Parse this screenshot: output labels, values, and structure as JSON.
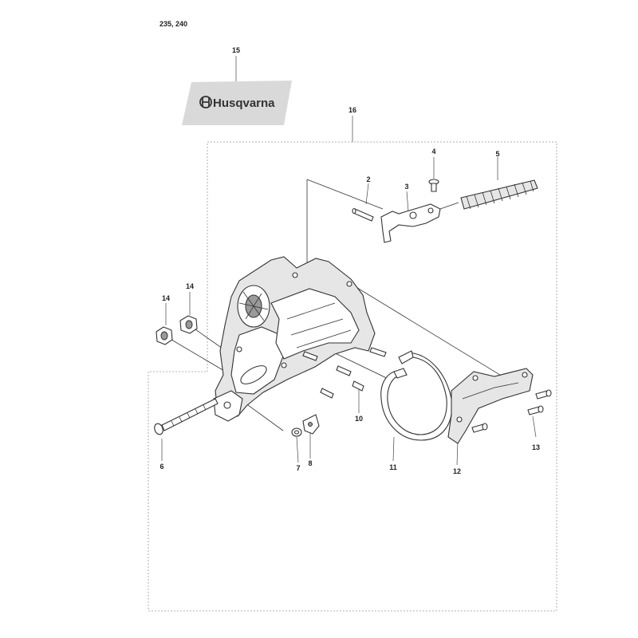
{
  "header": {
    "model_text": "235, 240"
  },
  "decal": {
    "brand": "Husqvarna",
    "logo_icon": "husqvarna-crown-h-icon",
    "color": "#d9d9d9"
  },
  "callouts": [
    {
      "id": "c1",
      "label": "15"
    },
    {
      "id": "c2",
      "label": "16"
    },
    {
      "id": "c3",
      "label": "4"
    },
    {
      "id": "c4",
      "label": "5"
    },
    {
      "id": "c5",
      "label": "2"
    },
    {
      "id": "c6",
      "label": "3"
    },
    {
      "id": "c7",
      "label": "14"
    },
    {
      "id": "c8",
      "label": "14"
    },
    {
      "id": "c9",
      "label": "10"
    },
    {
      "id": "c10",
      "label": "13"
    },
    {
      "id": "c11",
      "label": "6"
    },
    {
      "id": "c12",
      "label": "7"
    },
    {
      "id": "c13",
      "label": "8"
    },
    {
      "id": "c14",
      "label": "11"
    },
    {
      "id": "c15",
      "label": "12"
    }
  ]
}
